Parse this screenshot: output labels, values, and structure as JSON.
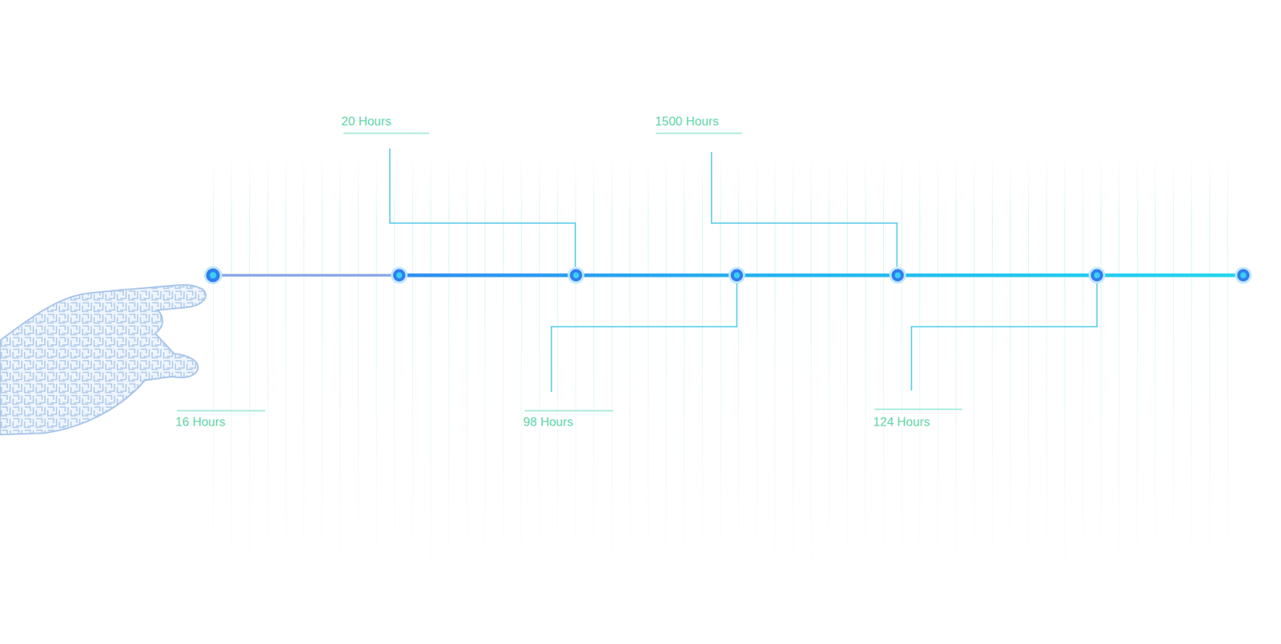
{
  "diagram": {
    "labels": [
      "16 Hours",
      "20 Hours",
      "98 Hours",
      "1500 Hours",
      "124 Hours"
    ]
  }
}
